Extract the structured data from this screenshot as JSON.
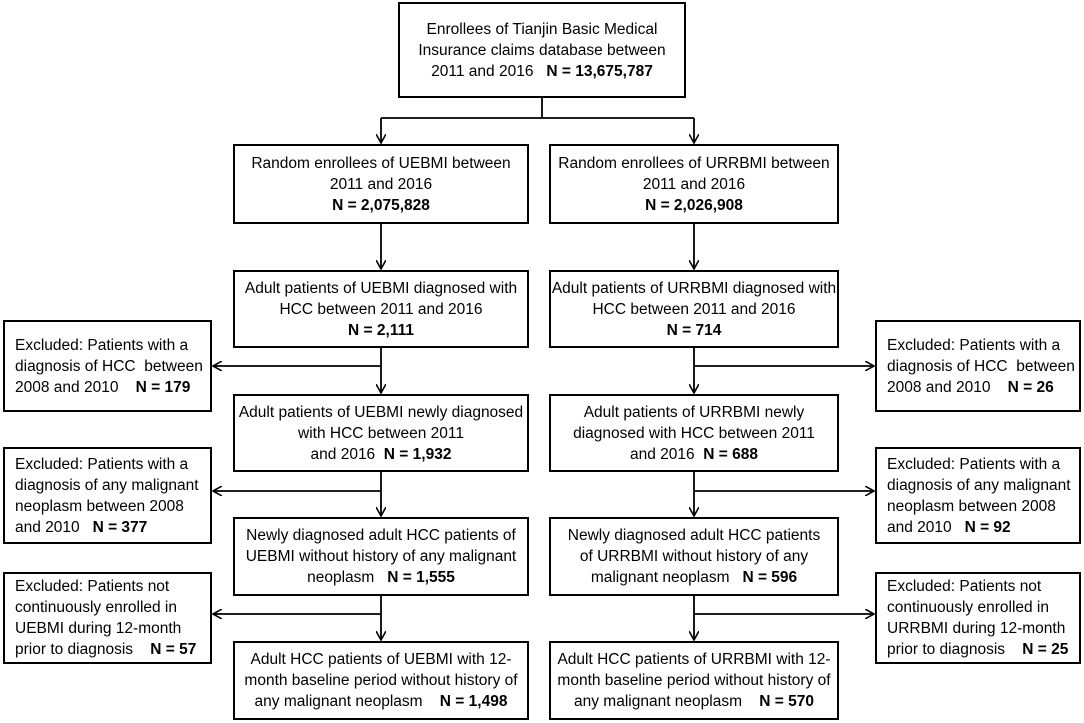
{
  "top": {
    "lines": [
      {
        "text": "Enrollees of Tianjin Basic Medical",
        "bold": ""
      },
      {
        "text": "Insurance claims database between",
        "bold": ""
      },
      {
        "text": "2011 and 2016   ",
        "bold": "N = 13,675,787"
      }
    ]
  },
  "left": [
    {
      "lines": [
        {
          "text": "Random enrollees of UEBMI between",
          "bold": ""
        },
        {
          "text": "2011 and 2016",
          "bold": ""
        },
        {
          "text": "",
          "bold": "N = 2,075,828"
        }
      ]
    },
    {
      "lines": [
        {
          "text": "Adult patients of UEBMI diagnosed with",
          "bold": ""
        },
        {
          "text": "HCC between 2011 and 2016",
          "bold": ""
        },
        {
          "text": "",
          "bold": "N = 2,111"
        }
      ]
    },
    {
      "lines": [
        {
          "text": "Adult patients of UEBMI newly diagnosed",
          "bold": ""
        },
        {
          "text": "with HCC between 2011",
          "bold": ""
        },
        {
          "text": "and 2016  ",
          "bold": "N = 1,932"
        }
      ]
    },
    {
      "lines": [
        {
          "text": "Newly diagnosed adult HCC patients of",
          "bold": ""
        },
        {
          "text": "UEBMI without history of any malignant",
          "bold": ""
        },
        {
          "text": "neoplasm   ",
          "bold": "N = 1,555"
        }
      ]
    },
    {
      "lines": [
        {
          "text": "Adult HCC patients of UEBMI with 12-",
          "bold": ""
        },
        {
          "text": "month baseline period without history of",
          "bold": ""
        },
        {
          "text": "any malignant neoplasm    ",
          "bold": "N = 1,498"
        }
      ]
    }
  ],
  "right": [
    {
      "lines": [
        {
          "text": "Random enrollees of URRBMI between",
          "bold": ""
        },
        {
          "text": "2011 and 2016",
          "bold": ""
        },
        {
          "text": "",
          "bold": "N = 2,026,908"
        }
      ]
    },
    {
      "lines": [
        {
          "text": "Adult patients of URRBMI diagnosed with",
          "bold": ""
        },
        {
          "text": "HCC between 2011 and 2016",
          "bold": ""
        },
        {
          "text": "",
          "bold": "N = 714"
        }
      ]
    },
    {
      "lines": [
        {
          "text": "Adult patients of URRBMI newly",
          "bold": ""
        },
        {
          "text": "diagnosed with HCC between 2011",
          "bold": ""
        },
        {
          "text": "and 2016  ",
          "bold": "N = 688"
        }
      ]
    },
    {
      "lines": [
        {
          "text": "Newly diagnosed adult HCC patients",
          "bold": ""
        },
        {
          "text": "of URRBMI without history of any",
          "bold": ""
        },
        {
          "text": "malignant neoplasm   ",
          "bold": "N = 596"
        }
      ]
    },
    {
      "lines": [
        {
          "text": "Adult HCC patients of URRBMI with 12-",
          "bold": ""
        },
        {
          "text": "month baseline period without history of",
          "bold": ""
        },
        {
          "text": "any malignant neoplasm    ",
          "bold": "N = 570"
        }
      ]
    }
  ],
  "left_excluded": [
    {
      "lines": [
        {
          "text": "Excluded: Patients with a",
          "bold": ""
        },
        {
          "text": "diagnosis of HCC  between",
          "bold": ""
        },
        {
          "text": "2008 and 2010    ",
          "bold": "N = 179"
        }
      ]
    },
    {
      "lines": [
        {
          "text": "Excluded: Patients with a",
          "bold": ""
        },
        {
          "text": "diagnosis of any malignant",
          "bold": ""
        },
        {
          "text": "neoplasm between 2008",
          "bold": ""
        },
        {
          "text": "and 2010   ",
          "bold": "N = 377"
        }
      ]
    },
    {
      "lines": [
        {
          "text": "Excluded: Patients not",
          "bold": ""
        },
        {
          "text": "continuously enrolled in",
          "bold": ""
        },
        {
          "text": "UEBMI during 12-month",
          "bold": ""
        },
        {
          "text": "prior to diagnosis    ",
          "bold": "N = 57"
        }
      ]
    }
  ],
  "right_excluded": [
    {
      "lines": [
        {
          "text": "Excluded: Patients with a",
          "bold": ""
        },
        {
          "text": "diagnosis of HCC  between",
          "bold": ""
        },
        {
          "text": "2008 and 2010    ",
          "bold": "N = 26"
        }
      ]
    },
    {
      "lines": [
        {
          "text": "Excluded: Patients with a",
          "bold": ""
        },
        {
          "text": "diagnosis of any malignant",
          "bold": ""
        },
        {
          "text": "neoplasm between 2008",
          "bold": ""
        },
        {
          "text": "and 2010   ",
          "bold": "N = 92"
        }
      ]
    },
    {
      "lines": [
        {
          "text": "Excluded: Patients not",
          "bold": ""
        },
        {
          "text": "continuously enrolled in",
          "bold": ""
        },
        {
          "text": "URRBMI during 12-month",
          "bold": ""
        },
        {
          "text": "prior to diagnosis    ",
          "bold": "N = 25"
        }
      ]
    }
  ]
}
